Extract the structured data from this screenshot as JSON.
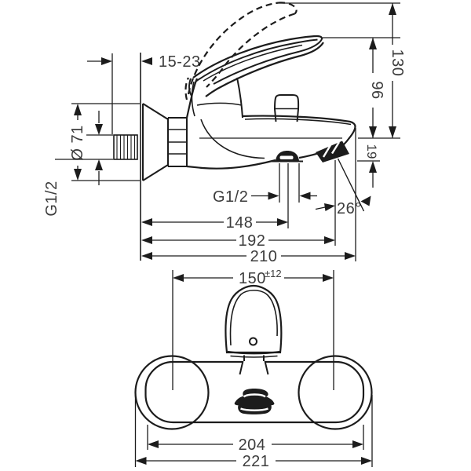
{
  "drawing": {
    "type": "technical-dimension-drawing",
    "product": "wall-mounted single-lever bath mixer",
    "colors": {
      "line": "#1c1c1c",
      "text": "#3c3c3c",
      "background": "#ffffff"
    },
    "side_view": {
      "wall_offset_range": "15-23",
      "escutcheon_diameter": "Ø 71",
      "inlet_thread": "G1/2",
      "shower_outlet_thread": "G1/2",
      "height_to_top_open": "130",
      "height_to_handle": "96",
      "outlet_drop": "19",
      "outlet_angle": "26°",
      "shower_outlet_reach": "148",
      "aerator_reach": "192",
      "total_reach": "210"
    },
    "front_view": {
      "inlet_center_distance": "150",
      "inlet_center_tolerance": "±12",
      "body_width": "204",
      "overall_width": "221"
    }
  }
}
